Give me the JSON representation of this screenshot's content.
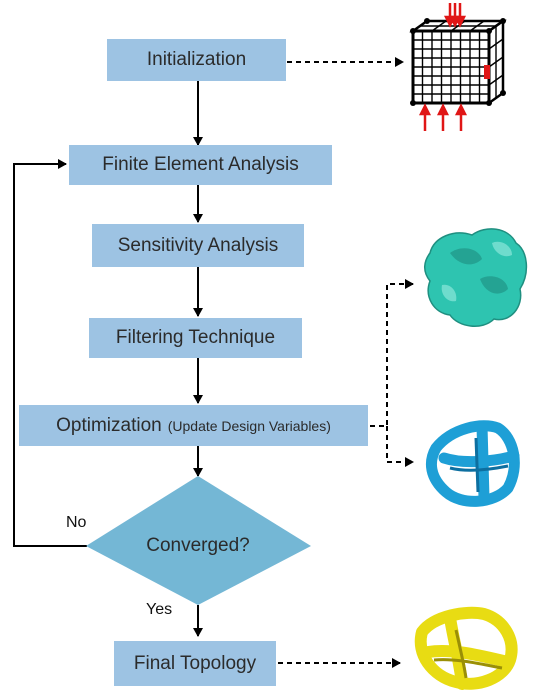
{
  "steps": {
    "initialization": "Initialization",
    "fea": "Finite Element Analysis",
    "sensitivity": "Sensitivity Analysis",
    "filtering": "Filtering Technique",
    "optimization_main": "Optimization",
    "optimization_sub": "(Update Design Variables)",
    "converged": "Converged?",
    "final": "Final Topology"
  },
  "edges": {
    "no": "No",
    "yes": "Yes"
  },
  "colors": {
    "box_fill": "#9dc3e3",
    "decision_fill": "#74b7d5",
    "arrow": "#000000",
    "load_arrow": "#e01616",
    "shape_teal": "#2ec4b0",
    "shape_blue": "#1e9fd6",
    "shape_yellow": "#e8dc13"
  }
}
